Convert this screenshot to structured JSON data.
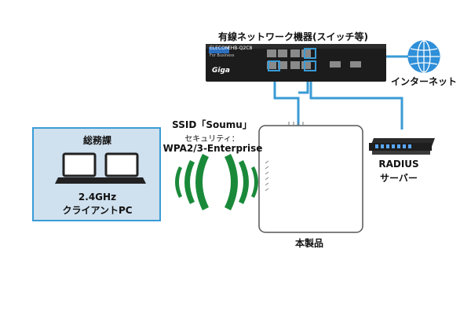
{
  "switch": {
    "title": "有線ネットワーク機器(スイッチ等)",
    "brand": "ELECOM",
    "model": "EHB-Q2C8",
    "series": "Giga",
    "tagline": "For Business"
  },
  "internet": {
    "label": "インターネット"
  },
  "dept": {
    "title": "総務課",
    "client_line1": "2.4GHz",
    "client_line2": "クライアントPC"
  },
  "wifi": {
    "ssid": "SSID「Soumu」",
    "security_label": "セキュリティ：",
    "security_value": "WPA2/3-Enterprise"
  },
  "ap": {
    "label": "本製品"
  },
  "radius": {
    "line1": "RADIUS",
    "line2": "サーバー"
  },
  "colors": {
    "cable": "#3a9bd6",
    "wave": "#1a8a3a",
    "dept_bg": "#cfe0ee",
    "dept_border": "#3a9bd6",
    "globe": "#2f8fd8"
  }
}
